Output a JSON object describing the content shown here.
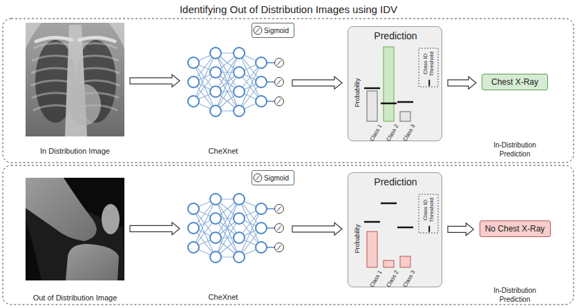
{
  "diagram": {
    "title": "Identifying Out of Distribution Images using IDV",
    "nodes": [
      {
        "text": [
          "In Distribution Image"
        ]
      },
      {
        "text": [
          "CheXnet"
        ]
      },
      {
        "text": [
          "Sigmoid"
        ]
      },
      {
        "text": [
          "Prediction"
        ]
      },
      {
        "text": [
          "Chest X-Ray",
          "In-Distribution Prediction"
        ]
      },
      {
        "text": [
          "Out of Distribution Image"
        ]
      },
      {
        "text": [
          "CheXnet"
        ]
      },
      {
        "text": [
          "Sigmoid"
        ]
      },
      {
        "text": [
          "Prediction"
        ]
      },
      {
        "text": [
          "No Chest X-Ray",
          "In-Distribution Prediction"
        ]
      }
    ],
    "edges": [
      {
        "from": 0,
        "to": 1,
        "arrow": "to"
      },
      {
        "from": 1,
        "to": 3,
        "arrow": "to"
      },
      {
        "from": 3,
        "to": 4,
        "arrow": "to"
      },
      {
        "from": 5,
        "to": 6,
        "arrow": "to"
      },
      {
        "from": 6,
        "to": 8,
        "arrow": "to"
      },
      {
        "from": 8,
        "to": 9,
        "arrow": "to"
      }
    ],
    "labels": [
      "Probability",
      "Class 1",
      "Class 2",
      "Class 3",
      "Probability",
      "Class 1",
      "Class 2",
      "Class 3"
    ],
    "legend": [
      {
        "text": "Class ID Threshold"
      },
      {
        "text": "Class ID Threshold"
      }
    ]
  }
}
